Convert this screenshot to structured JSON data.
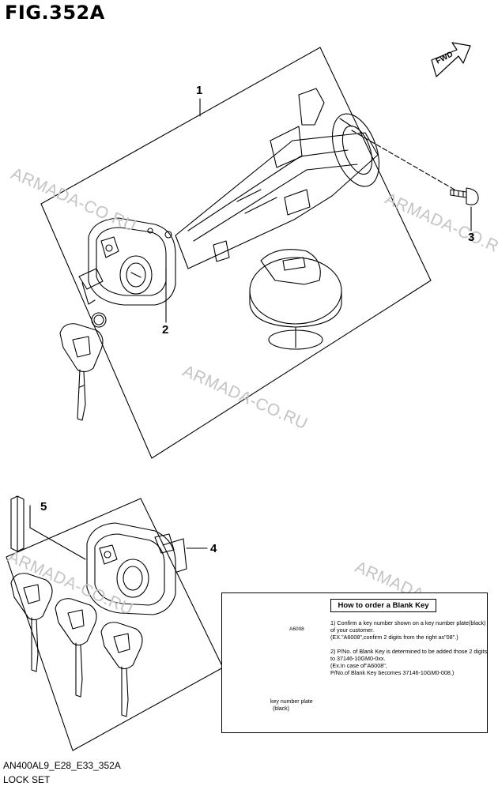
{
  "figure": {
    "title": "FIG.352A",
    "fwd_label": "FWD"
  },
  "watermarks": [
    "ARMADA-CO.RU",
    "ARMADA-CO.RU",
    "ARMADA-CO.RU",
    "ARMADA-CO.RU",
    "ARMADA-CO.RU"
  ],
  "callouts": [
    "1",
    "2",
    "3",
    "4",
    "5"
  ],
  "info_box": {
    "title": "How to order a Blank Key",
    "plate_code": "A6008",
    "step1": [
      "1) Confirm a key number shown on a key number plate(black)",
      "   of your customer.",
      "(EX.\"A6008\",confirm 2 digits from the right as\"08\".)"
    ],
    "step2": [
      "2) P/No. of Blank Key is determined to be added those 2 digits",
      "   to 37146-10GM0-0xx.",
      "(Ex.In case of\"A6008\",",
      "P/No.of Blank Key becomes 37146-10GM0-008.)"
    ],
    "key_plate_label": [
      "key number plate",
      "(black)"
    ]
  },
  "footer": {
    "code": "AN400AL9_E28_E33_352A",
    "name": "LOCK SET"
  }
}
